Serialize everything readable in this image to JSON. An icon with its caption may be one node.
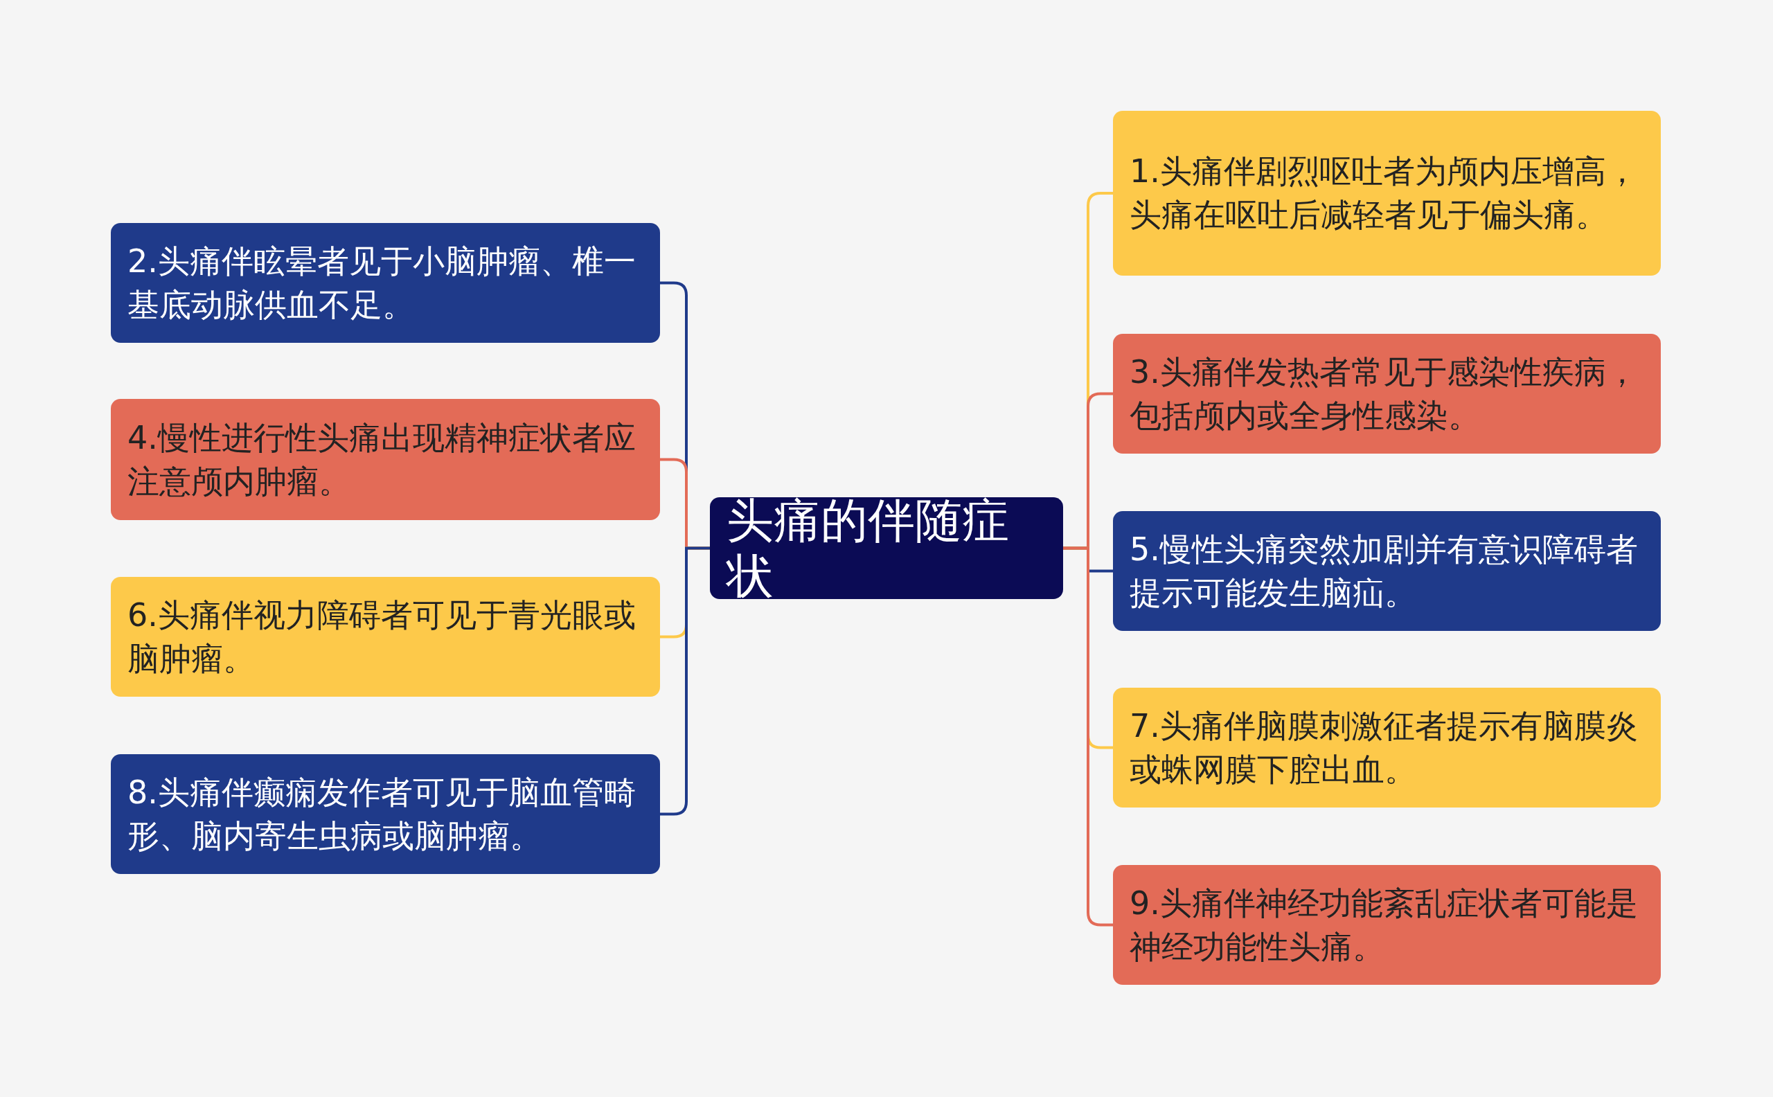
{
  "diagram": {
    "nodes": [
      {
        "text": [
          "头痛的伴随症状"
        ]
      },
      {
        "text": [
          "2.头痛伴眩晕者见于小脑肿瘤、椎一基底动脉供血不足。"
        ]
      },
      {
        "text": [
          "4.慢性进行性头痛出现精神症状者应注意颅内肿瘤。"
        ]
      },
      {
        "text": [
          "6.头痛伴视力障碍者可见于青光眼或脑肿瘤。"
        ]
      },
      {
        "text": [
          "8.头痛伴癫痫发作者可见于脑血管畸形、脑内寄生虫病或脑肿瘤。"
        ]
      },
      {
        "text": [
          "1.头痛伴剧烈呕吐者为颅内压增高，头痛在呕吐后减轻者见于偏头痛。"
        ]
      },
      {
        "text": [
          "3.头痛伴发热者常见于感染性疾病，包括颅内或全身性感染。"
        ]
      },
      {
        "text": [
          "5.慢性头痛突然加剧并有意识障碍者提示可能发生脑疝。"
        ]
      },
      {
        "text": [
          "7.头痛伴脑膜刺激征者提示有脑膜炎或蛛网膜下腔出血。"
        ]
      },
      {
        "text": [
          "9.头痛伴神经功能紊乱症状者可能是神经功能性头痛。"
        ]
      }
    ],
    "edges": [
      {
        "from": 0,
        "to": 1,
        "arrow": "none",
        "color": "#1f3a8a"
      },
      {
        "from": 0,
        "to": 2,
        "arrow": "none",
        "color": "#e36b57"
      },
      {
        "from": 0,
        "to": 3,
        "arrow": "none",
        "color": "#fdc94a"
      },
      {
        "from": 0,
        "to": 4,
        "arrow": "none",
        "color": "#1f3a8a"
      },
      {
        "from": 0,
        "to": 5,
        "arrow": "none",
        "color": "#fdc94a"
      },
      {
        "from": 0,
        "to": 6,
        "arrow": "none",
        "color": "#e36b57"
      },
      {
        "from": 0,
        "to": 7,
        "arrow": "none",
        "color": "#1f3a8a"
      },
      {
        "from": 0,
        "to": 8,
        "arrow": "none",
        "color": "#fdc94a"
      },
      {
        "from": 0,
        "to": 9,
        "arrow": "none",
        "color": "#e36b57"
      }
    ]
  }
}
